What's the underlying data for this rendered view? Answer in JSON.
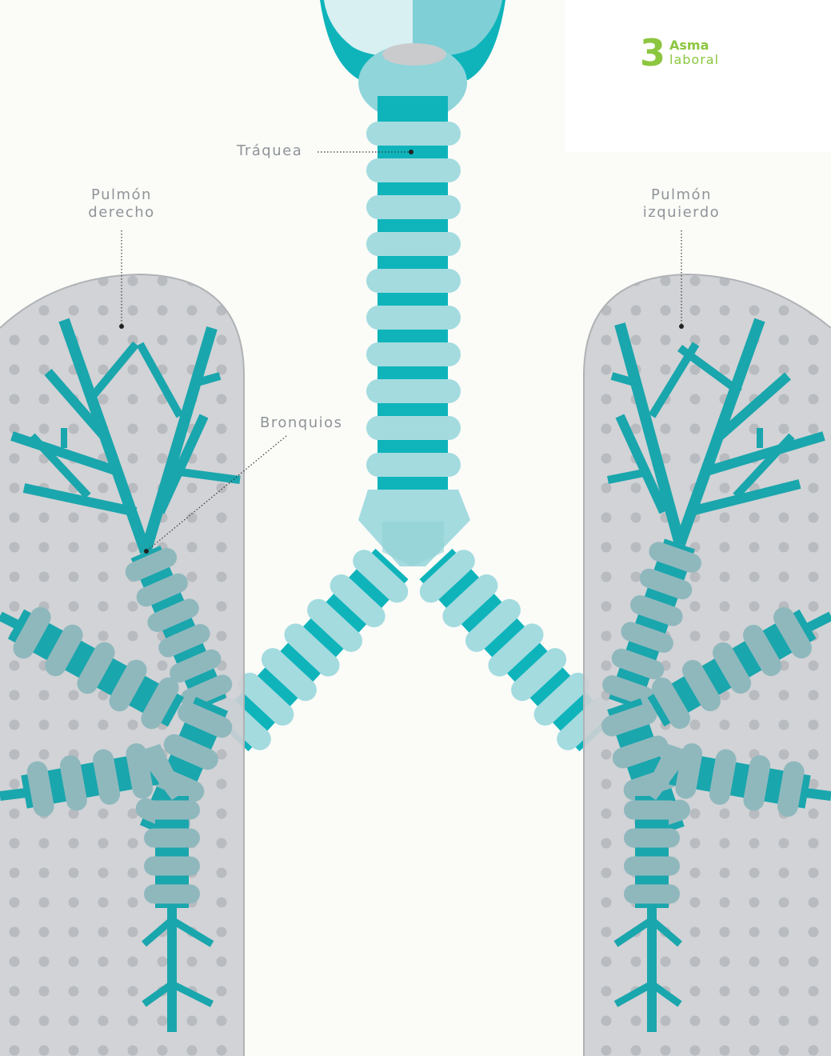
{
  "chapter": {
    "number": "3",
    "title_bold": "Asma",
    "title_light": "laboral"
  },
  "labels": {
    "trachea": "Tráquea",
    "right_lung_line1": "Pulmón",
    "right_lung_line2": "derecho",
    "left_lung_line1": "Pulmón",
    "left_lung_line2": "izquierdo",
    "bronchi": "Bronquios"
  },
  "colors": {
    "background": "#fbfbf8",
    "teal": "#0fb4bb",
    "teal_light": "#a3dbdf",
    "lung_fill": "#cdcfd2",
    "lung_dot": "#b8bbbf",
    "accent_green": "#8cc63f",
    "label_gray": "#8e9498"
  }
}
